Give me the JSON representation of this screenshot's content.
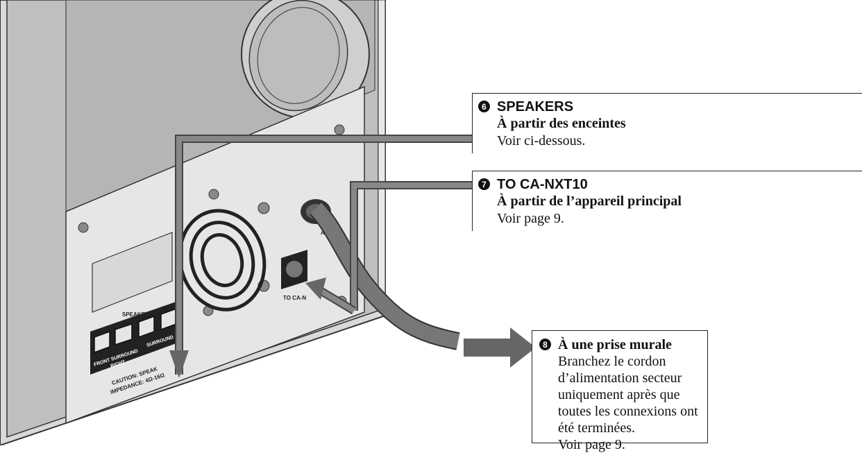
{
  "device": {
    "speakers_panel_label": "SPEAKERS",
    "terminal_left_label": "FRONT SURROUND",
    "terminal_left_sub": "RIGHT",
    "terminal_right_label": "SURROUND",
    "caution_line1": "CAUTION: SPEAK",
    "caution_line2": "IMPEDANCE: 4Ω-16Ω",
    "ac_in_label": "AC IN",
    "to_ca_label": "TO CA-N"
  },
  "callouts": {
    "c6": {
      "number": "❻",
      "heading": "SPEAKERS",
      "subheading": "À partir des enceintes",
      "text": "Voir ci-dessous."
    },
    "c7": {
      "number": "❼",
      "heading": "TO CA-NXT10",
      "subheading": "À partir de l’appareil principal",
      "text": "Voir page 9."
    },
    "c8": {
      "number": "❽",
      "heading": "À une prise murale",
      "lines": [
        "Branchez le cordon",
        "d’alimentation secteur",
        "uniquement après que",
        "toutes les connexions ont",
        "été terminées.",
        "Voir page 9."
      ]
    }
  }
}
